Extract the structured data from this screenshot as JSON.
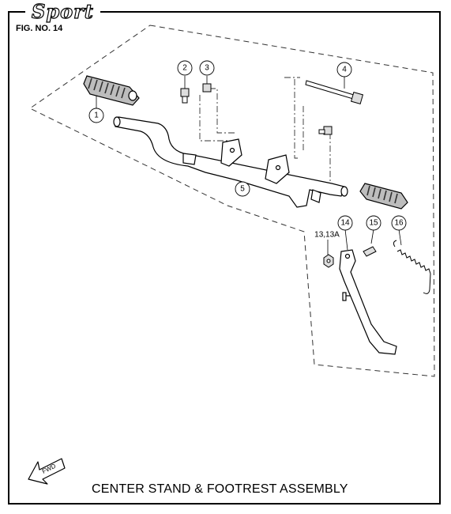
{
  "header": {
    "brand": "Sport",
    "figure_number": "FIG. NO. 14"
  },
  "caption": "CENTER STAND & FOOTREST ASSEMBLY",
  "fwd_label": "FWD",
  "callouts": [
    {
      "id": "callout-1",
      "label": "1"
    },
    {
      "id": "callout-2",
      "label": "2"
    },
    {
      "id": "callout-3",
      "label": "3"
    },
    {
      "id": "callout-4",
      "label": "4"
    },
    {
      "id": "callout-5",
      "label": "5"
    },
    {
      "id": "callout-14",
      "label": "14"
    },
    {
      "id": "callout-15",
      "label": "15"
    },
    {
      "id": "callout-16",
      "label": "16"
    },
    {
      "id": "callout-13",
      "label": "13,13A"
    }
  ]
}
